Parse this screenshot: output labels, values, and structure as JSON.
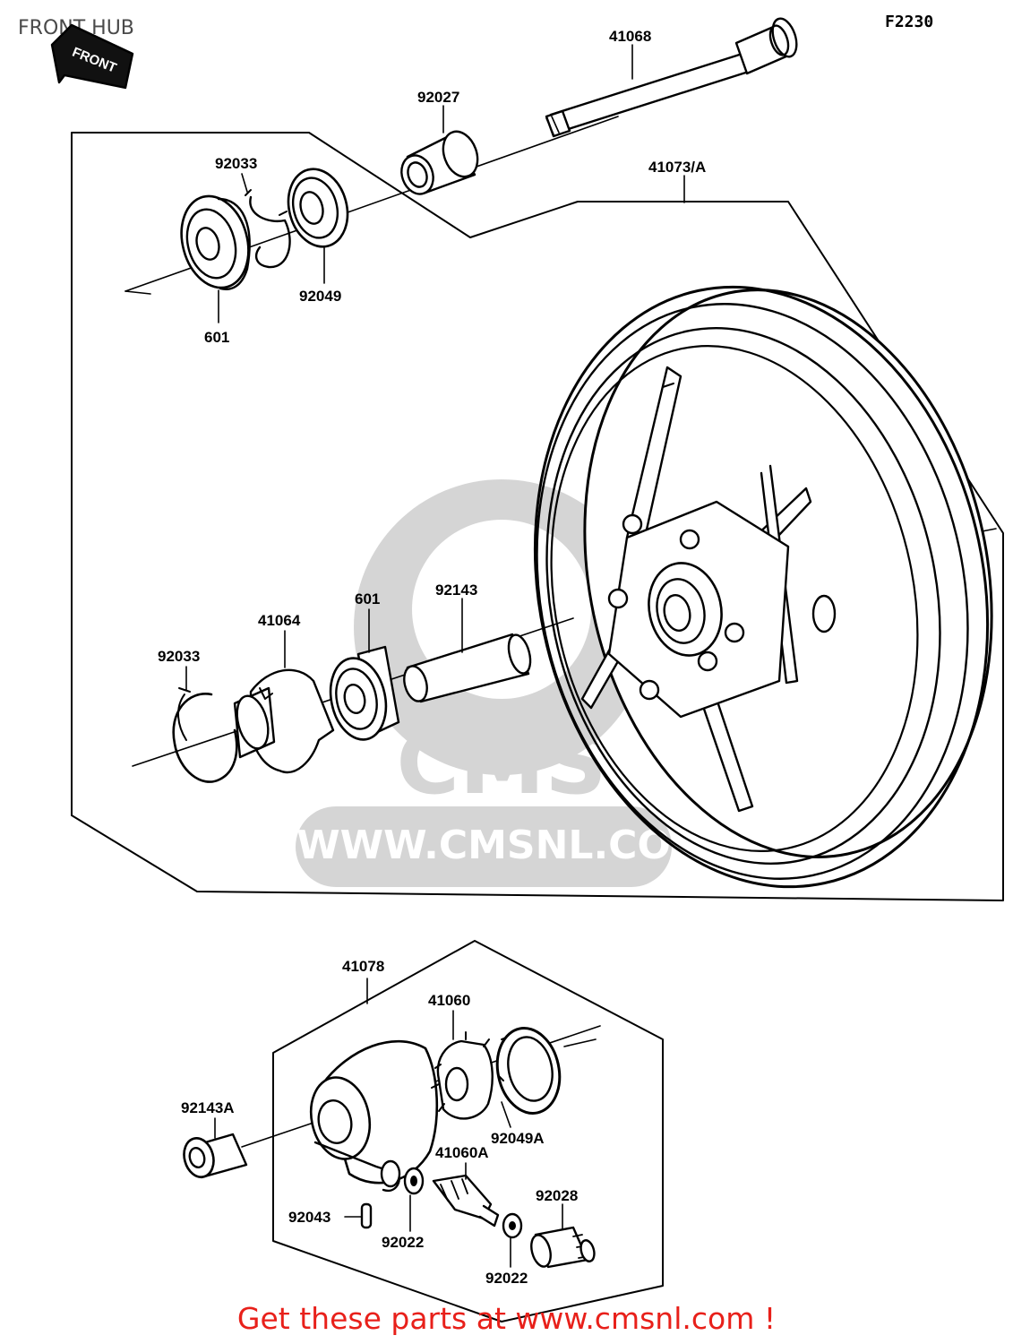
{
  "title": "FRONT HUB",
  "diagram_code": "F2230",
  "front_arrow_label": "FRONT",
  "watermark": {
    "brand": "CMS",
    "url": "WWW.CMSNL.CO"
  },
  "parts": {
    "axle": "41068",
    "collar": "92027",
    "wheel": "41073/A",
    "circlip_top": "92033",
    "seal_top": "92049",
    "bearing_top": "601",
    "circlip_mid": "92033",
    "coupling": "41064",
    "bearing_mid": "601",
    "spacer_mid": "92143",
    "gear_housing": "41078",
    "gear": "41060",
    "seal_bottom": "92049A",
    "spacer_bottom": "92143A",
    "pin": "92043",
    "washer_a": "92022",
    "pinion": "41060A",
    "washer_b": "92022",
    "bushing": "92028"
  },
  "footer_link": "Get these parts at www.cmsnl.com !"
}
